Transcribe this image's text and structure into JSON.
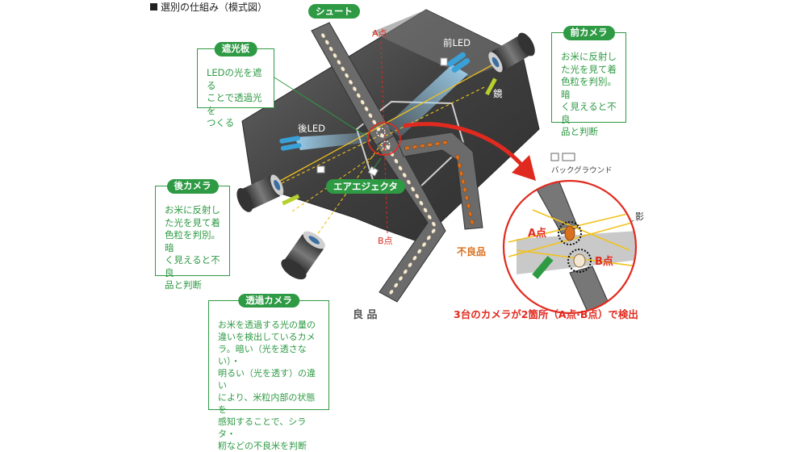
{
  "title": "選別の仕組み（模式図）",
  "labels": {
    "chute": "シュート",
    "point_a_top": "A点",
    "point_b_bottom": "B点",
    "front_led": "前LED",
    "rear_led": "後LED",
    "mirror_top": "鏡",
    "mirror_bottom": "鏡",
    "air_ejector": "エアエジェクタ",
    "good": "良 品",
    "defective": "不良品",
    "background": "バックグラウンド",
    "shadow": "影",
    "inset_a": "A点",
    "inset_b": "B点",
    "caption": "3台のカメラが2箇所（A点·B点）で検出"
  },
  "boxes": {
    "shade": {
      "tag": "遮光板",
      "lines": [
        "LEDの光を遮る",
        "ことで透過光を",
        "つくる"
      ]
    },
    "front_cam": {
      "tag": "前カメラ",
      "lines": [
        "お米に反射し",
        "た光を見て着",
        "色粒を判別。暗",
        "く見えると不良",
        "品と判断"
      ]
    },
    "rear_cam": {
      "tag": "後カメラ",
      "lines": [
        "お米に反射し",
        "た光を見て着",
        "色粒を判別。暗",
        "く見えると不良",
        "品と判断"
      ]
    },
    "trans_cam": {
      "tag": "透過カメラ",
      "lines": [
        "お米を透過する光の量の",
        "違いを検出しているカメ",
        "ラ。暗い（光を透さない）・",
        "明るい（光を透す）の違い",
        "により、米粒内部の状態を",
        "感知することで、シラタ・",
        "籾などの不良米を判断"
      ]
    }
  },
  "colors": {
    "green": "#2e9a44",
    "red": "#e12a1f",
    "orange": "#d9701e",
    "yellow": "#f2c21b",
    "led_blue": "#3aa0d8",
    "housing": "#4a4a4a",
    "chute": "#6b6b6b"
  }
}
